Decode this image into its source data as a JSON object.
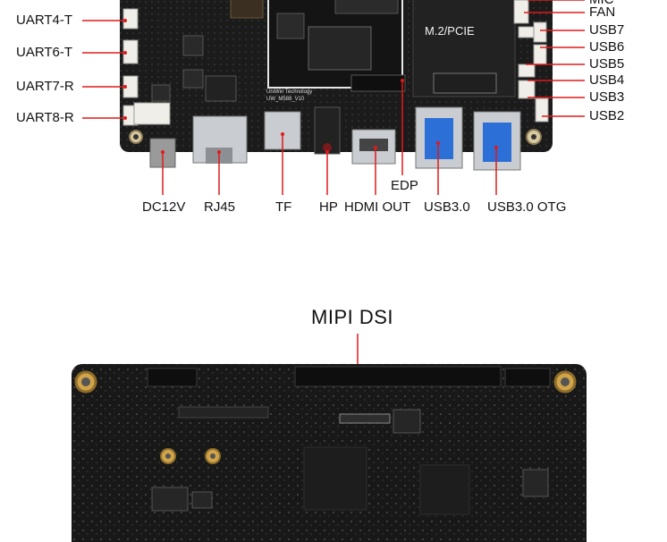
{
  "left_labels": [
    "UART4-T",
    "UART6-T",
    "UART7-R",
    "UART8-R"
  ],
  "right_labels": [
    "MIC",
    "FAN",
    "USB7",
    "USB6",
    "USB5",
    "USB4",
    "USB3",
    "USB2"
  ],
  "bottom_labels": [
    "DC12V",
    "RJ45",
    "TF",
    "HP",
    "HDMI OUT",
    "EDP",
    "USB3.0",
    "USB3.0 OTG"
  ],
  "board_text": {
    "slot": "M.2/PCIE",
    "brand": "UniWin Technology",
    "model": "UW_M588_V10"
  },
  "bottom_board_title": "MIPI DSI",
  "colors": {
    "pcb": "#1a1a1a",
    "pcb_edge": "#2a2a2a",
    "pointer": "#e01a1a",
    "connector_white": "#efeee8",
    "metal": "#c9ccd0",
    "usb_blue": "#2c6fd6",
    "gold": "#d1a44a"
  }
}
